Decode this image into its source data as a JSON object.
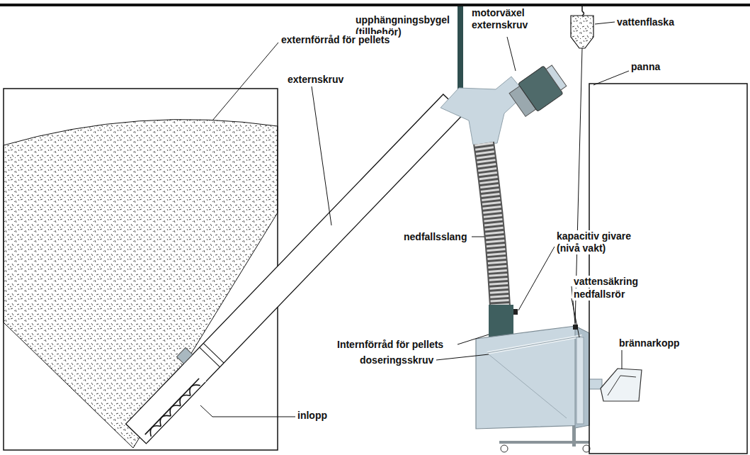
{
  "diagram": {
    "labels": [
      "upphängningsbygel (tillbehör)",
      "motorväxel externskruv",
      "vattenflaska",
      "externförråd för pellets",
      "externskruv",
      "panna",
      "nedfallsslang",
      "kapacitiv givare (nivå vakt)",
      "vattensäkring",
      "nedfallsrör",
      "Internförråd för pellets",
      "doseringsskruv",
      "brännarkopp",
      "inlopp"
    ]
  }
}
